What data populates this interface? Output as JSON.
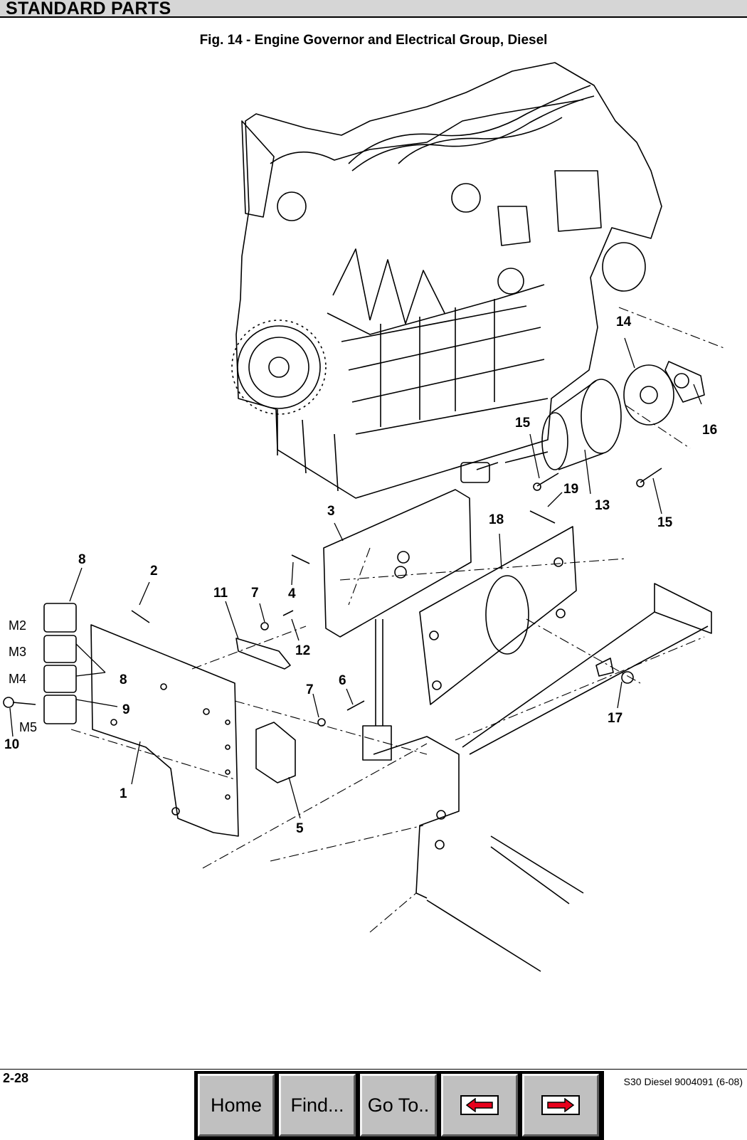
{
  "header": {
    "section_title": "STANDARD PARTS"
  },
  "figure": {
    "title": "Fig. 14 - Engine Governor and Electrical Group, Diesel"
  },
  "callouts": {
    "c1": "1",
    "c2": "2",
    "c3": "3",
    "c4": "4",
    "c5": "5",
    "c6": "6",
    "c7a": "7",
    "c7b": "7",
    "c8a": "8",
    "c8b": "8",
    "c9": "9",
    "c10": "10",
    "c11": "11",
    "c12": "12",
    "c13": "13",
    "c14": "14",
    "c15a": "15",
    "c15b": "15",
    "c16": "16",
    "c17": "17",
    "c18": "18",
    "c19": "19"
  },
  "relay_labels": {
    "m2": "M2",
    "m3": "M3",
    "m4": "M4",
    "m5": "M5"
  },
  "footer": {
    "page_number": "2-28",
    "doc_ref": "S30 Diesel 9004091  (6-08)"
  },
  "nav": {
    "home": "Home",
    "find": "Find...",
    "goto": "Go To..",
    "back_icon": "left-arrow-icon",
    "forward_icon": "right-arrow-icon",
    "arrow_color": "#e8001c"
  }
}
